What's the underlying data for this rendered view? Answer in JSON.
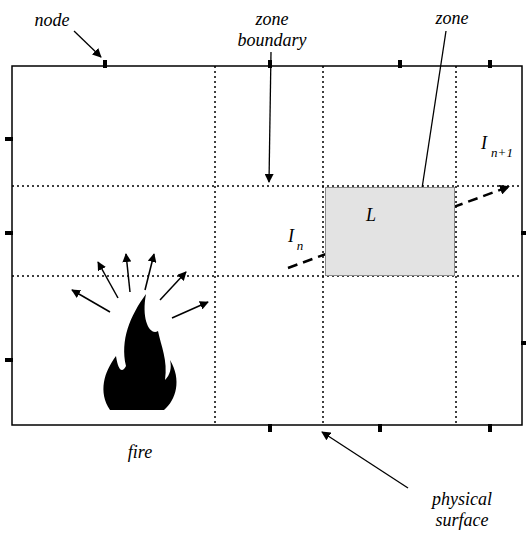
{
  "diagram": {
    "nodes": [
      {
        "text": [
          "L"
        ]
      }
    ],
    "labels": [
      "node",
      "zone boundary",
      "zone",
      "I",
      "n",
      "I",
      "n+1",
      "fire",
      "physical surface"
    ]
  }
}
